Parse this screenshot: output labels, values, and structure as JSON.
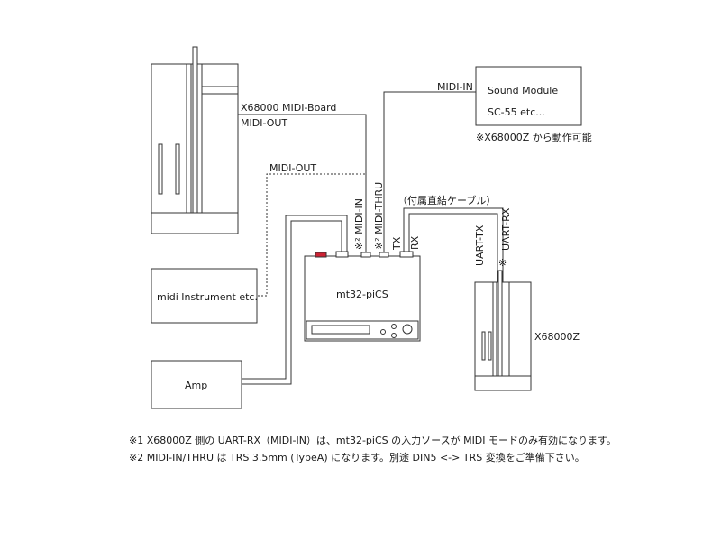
{
  "devices": {
    "x68000": {
      "label": "X68000 MIDI-Board"
    },
    "sound_module": {
      "line1": "Sound Module",
      "line2": "SC-55 etc..."
    },
    "sound_module_note": "※X68000Z から動作可能",
    "midi_instrument": {
      "label": "midi Instrument etc."
    },
    "mt32": {
      "label": "mt32-piCS"
    },
    "amp": {
      "label": "Amp"
    },
    "x68000z": {
      "label": "X68000Z"
    }
  },
  "connections": {
    "midi_out_board": "MIDI-OUT",
    "midi_out_instrument": "MIDI-OUT",
    "midi_in_sound_module": "MIDI-IN",
    "port_midi_in": "※² MIDI-IN",
    "port_midi_thru": "※² MIDI-THRU",
    "port_tx": "TX",
    "port_rx": "RX",
    "cable_note": "（付属直結ケーブル）",
    "uart_tx": "UART-TX",
    "uart_rx": "UART-RX",
    "uart_rx_mark": "※"
  },
  "footnotes": [
    "※1 X68000Z 側の UART-RX（MIDI-IN）は、mt32-piCS の入力ソースが MIDI モードのみ有効になります。",
    "※2 MIDI-IN/THRU は TRS 3.5mm (TypeA) になります。別途 DIN5 <-> TRS 変換をご準備下さい。"
  ],
  "colors": {
    "line": "#333333",
    "red_port": "#cc2233"
  }
}
